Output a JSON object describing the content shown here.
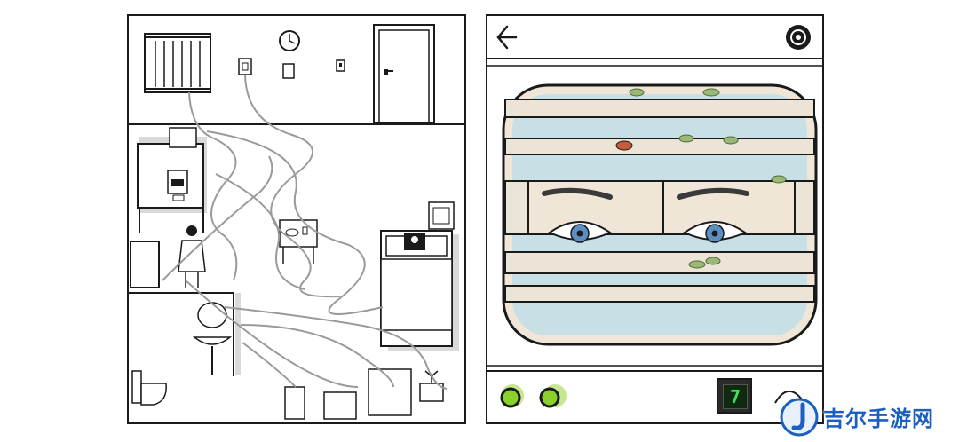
{
  "app": {
    "watermark_text": "吉尔手游网",
    "watermark_icon": "j-logo-icon"
  },
  "room_view": {
    "description_icons": [
      "window-icon",
      "wall-clock-icon",
      "light-switch-icon",
      "door-icon",
      "stove-icon",
      "bed-icon",
      "sink-icon",
      "toilet-icon",
      "plant-icon"
    ]
  },
  "phone_view": {
    "back_icon": "back-arrow-icon",
    "settings_icon": "gear-icon",
    "camera_feed": "eyes-through-blinds",
    "counter_value": "7",
    "indicator_lights": [
      "green",
      "green"
    ]
  },
  "colors": {
    "outline": "#1a1a1a",
    "led_green": "#8bd12b",
    "counter_digit": "#44e35a",
    "watermark_blue": "#1b5fc0",
    "eye_blue": "#5b8fc4"
  }
}
